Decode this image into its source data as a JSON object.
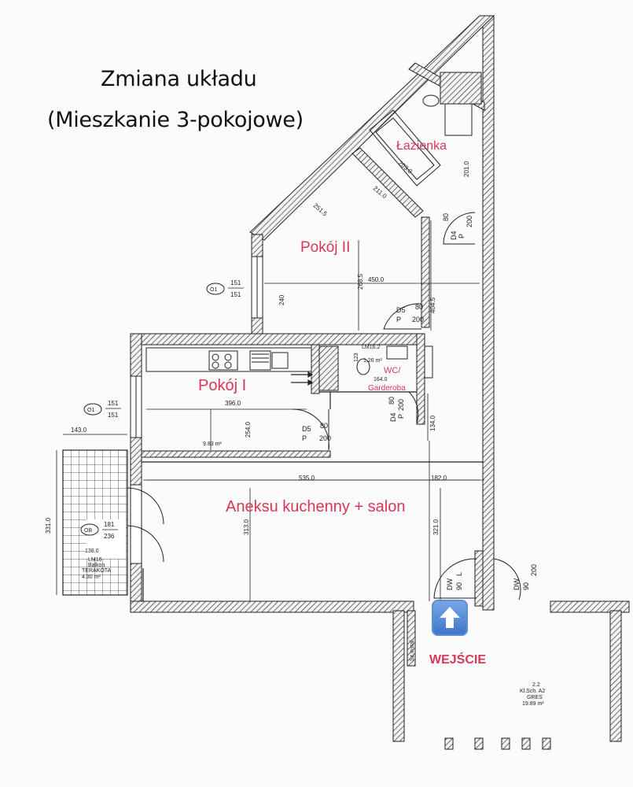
{
  "title": {
    "line1": "Zmiana układu",
    "line2": "(Mieszkanie 3-pokojowe)"
  },
  "rooms": {
    "lazienka": "Łazienka",
    "pokoj2": "Pokój II",
    "pokoj1": "Pokój I",
    "wc": "WC/",
    "garderoba": "Garderoba",
    "salon": "Aneksu kuchenny + salon",
    "entrance": "WEJŚCIE"
  },
  "dimensions": {
    "d203": "203.0",
    "d211": "211.0",
    "d201": "201.0",
    "d2515": "251.5",
    "d2685": "268.5",
    "d450": "450.0",
    "d240": "240",
    "d4045": "404.5",
    "d396": "396.0",
    "d2540": "254.0",
    "d143": "143.0",
    "d535": "535.0",
    "d182": "182.0",
    "d313": "313.0",
    "d321": "321.0",
    "d134": "134.0",
    "d331": "331.0",
    "d164": "164.0",
    "d138": "138.0",
    "d123": "123",
    "area_pokoj1": "9.83 m²",
    "wc_area": "1.26 m²",
    "lm162": "LM16.2"
  },
  "windows": {
    "o1_upper": {
      "code": "O1",
      "w": "151",
      "h": "151"
    },
    "o1_lower": {
      "code": "O1",
      "w": "151",
      "h": "151"
    },
    "ob": {
      "code": "OB",
      "w": "181",
      "h": "236"
    }
  },
  "doors": {
    "d5_upper": {
      "code": "D5",
      "w": "80",
      "type": "P",
      "h": "200"
    },
    "d5_lower": {
      "code": "D5",
      "w": "80",
      "type": "P",
      "h": "200"
    },
    "d4_bath": {
      "code": "D4",
      "w": "80",
      "type": "P",
      "h": "200"
    },
    "d4_wc": {
      "code": "D4",
      "w": "80",
      "type": "P",
      "h": "200"
    },
    "dw_left": {
      "code": "DW",
      "w": "90",
      "type": "L"
    },
    "dw_right": {
      "code": "DW",
      "w": "90",
      "h": "200"
    }
  },
  "balcony": {
    "code": "LM16",
    "line1": "Balkon",
    "line2": "TERAKOTA",
    "area": "4.30 m²"
  },
  "hall": {
    "num": "2.2",
    "line1": "Kl.Sch. A2",
    "line2": "GRES",
    "area": "19.89 m²",
    "installation": "Sz.instal."
  },
  "icons": {
    "entrance": "up-arrow-icon"
  }
}
